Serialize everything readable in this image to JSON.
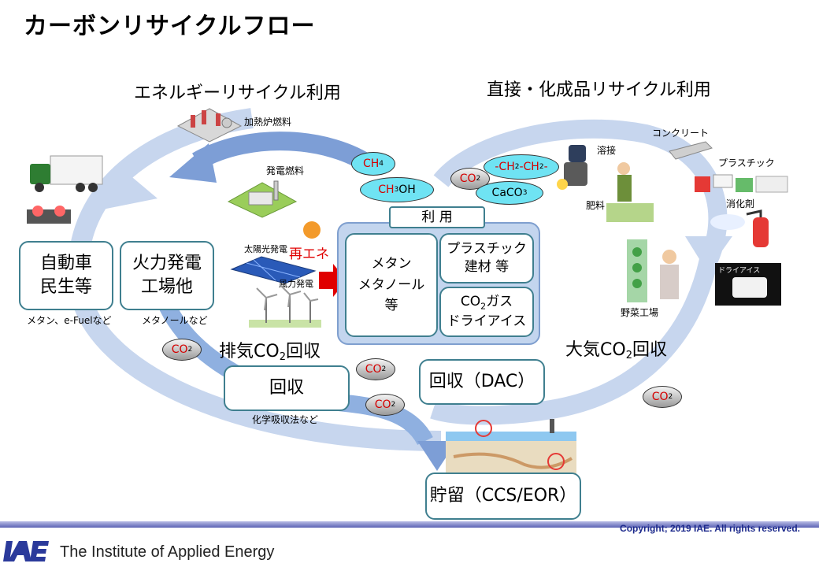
{
  "title": "カーボンリサイクルフロー",
  "headings": {
    "energy": "エネルギーリサイクル利用",
    "direct": "直接・化成品リサイクル利用"
  },
  "labels": {
    "heating_fuel": "加熱炉燃料",
    "power_fuel": "発電燃料",
    "solar": "太陽光発電",
    "wind": "風力発電",
    "renewable": "再エネ",
    "welding": "溶接",
    "concrete": "コンクリート",
    "plastic": "プラスチック",
    "fertilizer": "肥料",
    "extinguisher": "消化剤",
    "dry_ice_img": "ドライアイス",
    "vegetable_factory": "野菜工場",
    "methane_efuel": "メタン、e-Fuelなど",
    "methanol_etc": "メタノールなど",
    "chemical_absorption": "化学吸収法など"
  },
  "boxes": {
    "car": [
      "自動車",
      "民生等"
    ],
    "thermal": [
      "火力発電",
      "工場他"
    ],
    "utilization": "利 用",
    "methane": [
      "メタン",
      "メタノール",
      "等"
    ],
    "plastic_build": [
      "プラスチック",
      "建材 等"
    ],
    "co2gas_pre": "CO",
    "co2gas_sub": "2",
    "co2gas_post": "ガス",
    "dryice": "ドライアイス",
    "recovery": "回収",
    "dac": "回収（DAC）",
    "storage": "貯留（CCS/EOR）"
  },
  "captions": {
    "exhaust_pre": "排気CO",
    "exhaust_sub": "2",
    "exhaust_post": "回収",
    "atmos_pre": "大気CO",
    "atmos_sub": "2",
    "atmos_post": "回収"
  },
  "molecules": {
    "ch4_pre": "CH",
    "ch4_sub": "4",
    "ch3oh_pre": "CH",
    "ch3oh_sub": "3",
    "ch3oh_post": "OH",
    "co2_pre": "CO",
    "co2_sub": "2",
    "ch2ch2_a": "-CH",
    "ch2ch2_s1": "2",
    "ch2ch2_b": "-CH",
    "ch2ch2_s2": "2",
    "ch2ch2_c": "-",
    "caco3_pre": "CaCO",
    "caco3_sub": "3"
  },
  "footer": {
    "copyright": "Copyright; 2019 IAE. All rights reserved.",
    "logo": "IAE",
    "institute": "The Institute of Applied Energy"
  },
  "colors": {
    "arrow_dark": "#7d9ed6",
    "arrow_light": "#c7d6ee",
    "box_border": "#3f7f8f",
    "panel": "#c3d5ee",
    "molecule_cyan": "#6fe3f3",
    "accent_red": "#e00000"
  }
}
